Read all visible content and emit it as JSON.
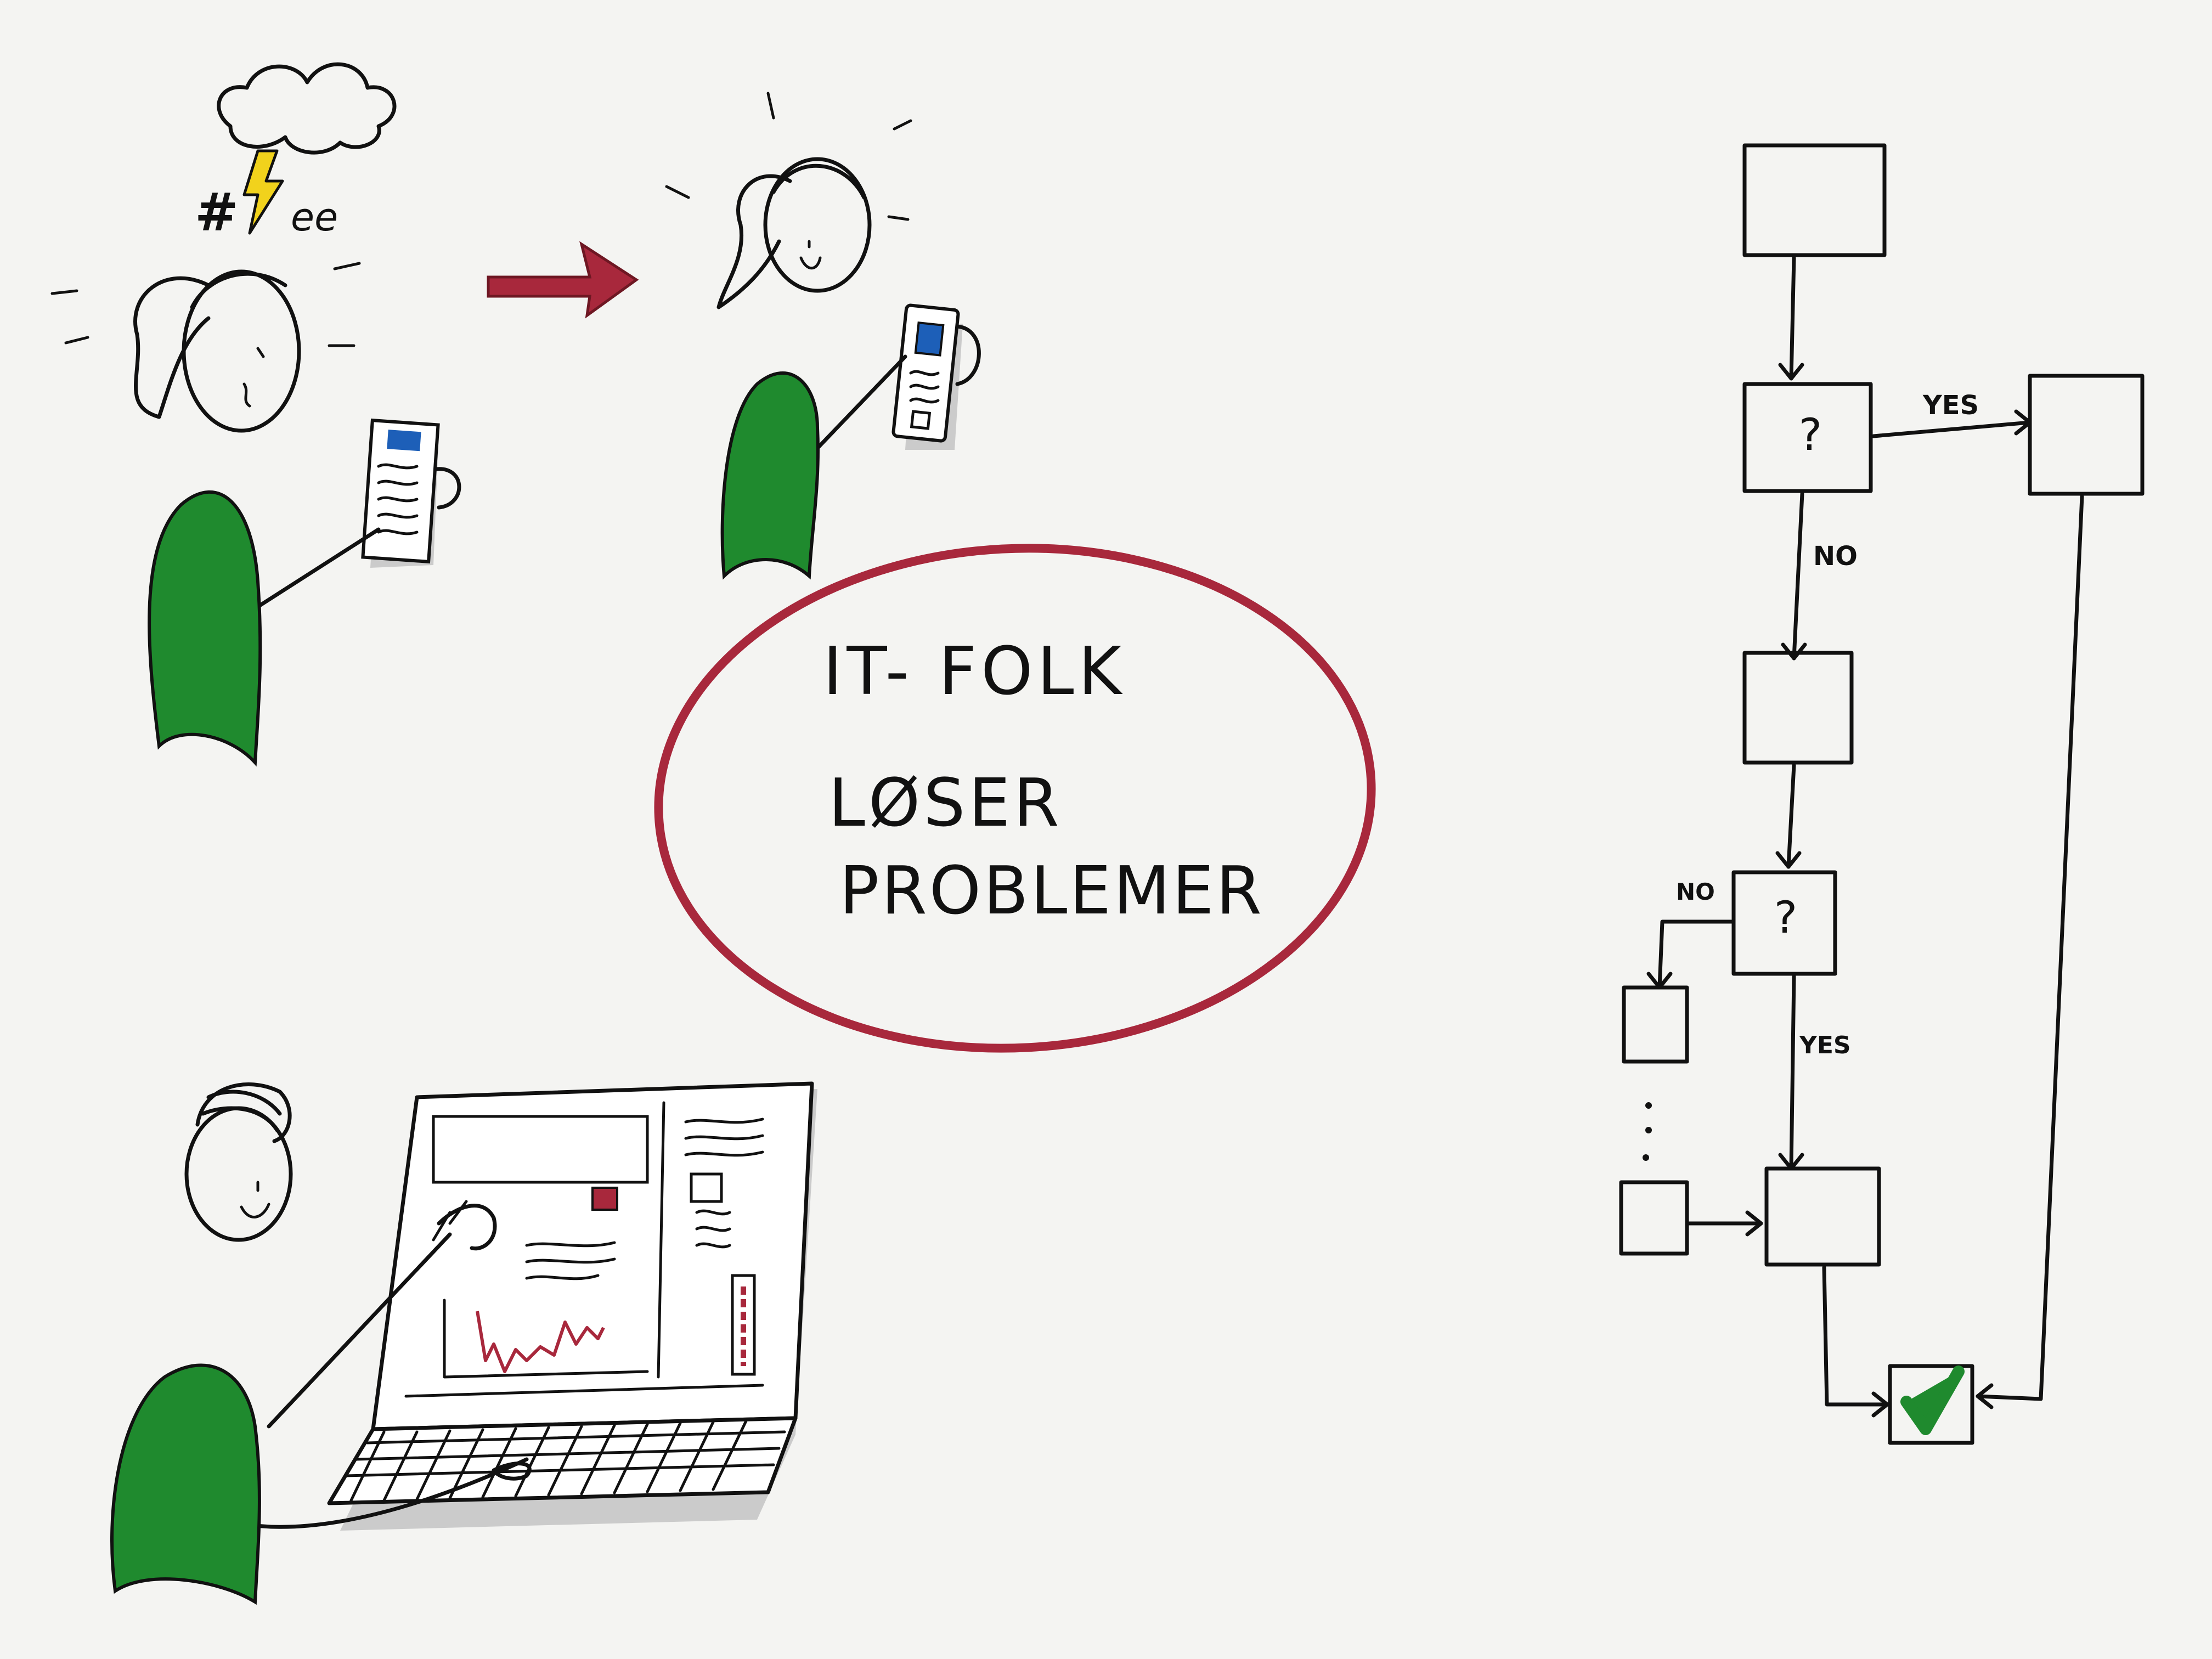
{
  "center": {
    "line1": "IT- FOLK",
    "line2": "LØSER",
    "line3": "PROBLEMER"
  },
  "symbols": {
    "hash": "#",
    "swirl": "ee"
  },
  "flow": {
    "decision1": "?",
    "decision2": "?",
    "yes1": "YES",
    "no1": "NO",
    "no2": "NO",
    "yes2": "YES"
  },
  "colors": {
    "ink": "#111111",
    "green": "#1f8a2e",
    "red": "#a8283c",
    "blue": "#1d5fb8",
    "yellow": "#f1d21c",
    "gray_shadow": "#bdbdbd",
    "paper": "#f4f4f2"
  }
}
